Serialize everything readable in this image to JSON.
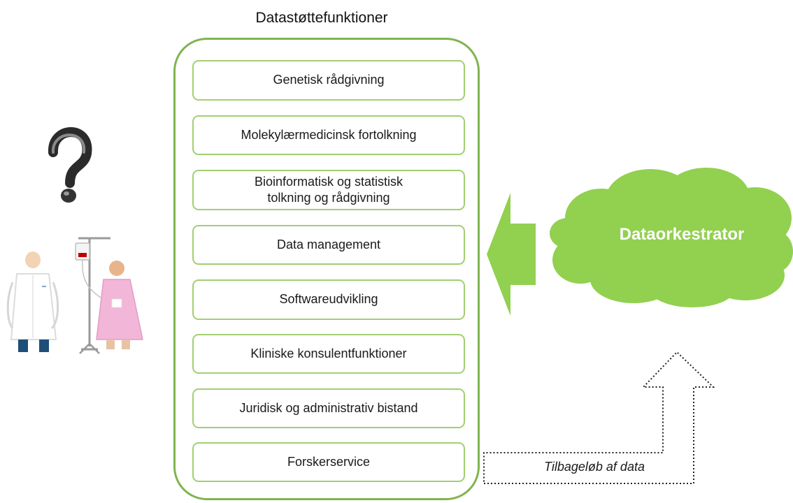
{
  "heading": "Datastøttefunktioner",
  "functions": [
    "Genetisk rådgivning",
    "Molekylærmedicinsk fortolkning",
    "Bioinformatisk og statistisk\ntolkning og rådgivning",
    "Data management",
    "Softwareudvikling",
    "Kliniske konsulentfunktioner",
    "Juridisk og administrativ bistand",
    "Forskerservice"
  ],
  "orchestrator": "Dataorkestrator",
  "return_flow": "Tilbageløb af data",
  "icons": [
    "question-mark-icon",
    "doctor-icon",
    "patient-icon",
    "iv-drip-icon"
  ],
  "colors": {
    "container_border": "#7fb44f",
    "box_border": "#a2cf72",
    "cloud_fill": "#92d050",
    "arrow_fill": "#92d050",
    "doctor_trousers": "#1f4e79",
    "patient_gown": "#f2b6d8"
  }
}
